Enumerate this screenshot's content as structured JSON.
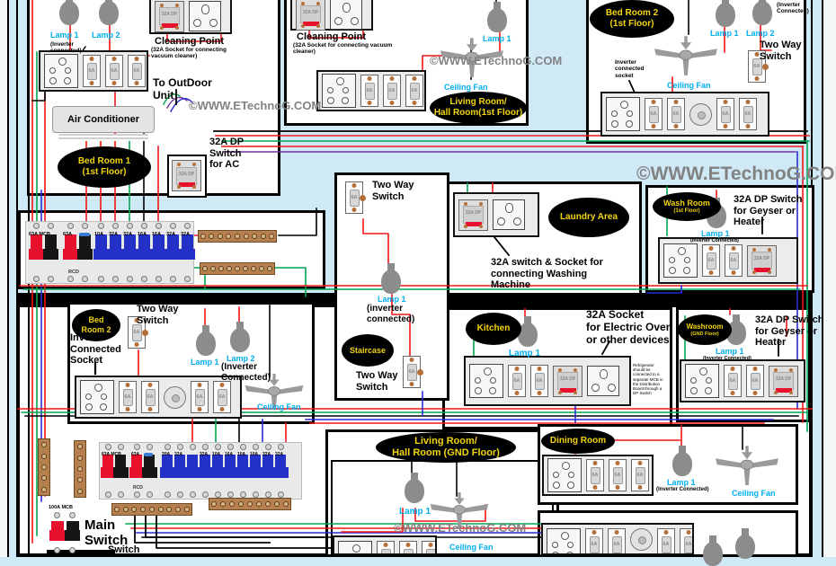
{
  "watermark": "©WWW.ETechnoG.COM",
  "labels": {
    "sw6a": "6A",
    "dp32": "32A DP",
    "rcd": "RCD"
  },
  "colors": {
    "background": "#cfeaf6",
    "ellipse_text": "#f2d410",
    "lamp_label": "#00aeef",
    "wire_red": "#f01616",
    "wire_green": "#00a650",
    "wire_blue": "#2a2ad4",
    "wire_black": "#000000",
    "wire_purple": "#7030a0",
    "mcb_red": "#e8112d",
    "mcb_blue": "#2431c9",
    "busbar": "#b5804e"
  },
  "bedroom1_f1": {
    "title": "Bed Room 1\n(1st Floor)",
    "lamp1": "Lamp 1",
    "lamp2": "Lamp 2",
    "lamp_note": "(Inverter\nconnected)",
    "cleaning_title": "Cleaning Point",
    "cleaning_note": "(32A Socket for connecting\nvacuum cleaner)",
    "outdoor": "To OutDoor\nUnit",
    "ac": "Air Conditioner",
    "ac_switch": "32A DP\nSwitch\nfor AC"
  },
  "living_f1": {
    "title": "Living Room/\nHall Room(1st Floor)",
    "cleaning_title": "Cleaning Point",
    "cleaning_note": "(32A Socket for connecting vacuum\ncleaner)",
    "lamp1": "Lamp 1",
    "fan": "Ceiling Fan"
  },
  "bedroom2_f1": {
    "title": "Bed Room 2\n(1st Floor)",
    "lamp1": "Lamp 1",
    "lamp2": "Lamp 2",
    "lamp2_note": "(Inverter\nConnected)",
    "two_way": "Two Way\nSwitch",
    "inv_socket": "Inverter\nconnected\nsocket",
    "fan": "Ceiling Fan"
  },
  "db1": {
    "labels": [
      "63A MCB",
      "63A",
      "10A",
      "32A",
      "32A",
      "16A",
      "16A",
      "32A",
      "32A"
    ],
    "rcd": "RCD"
  },
  "staircase": {
    "two_way_top": "Two Way\nSwitch",
    "lamp": "Lamp 1",
    "lamp_note": "(inverter\nconnected)",
    "title": "Staircase",
    "two_way_bottom": "Two Way\nSwitch"
  },
  "laundry": {
    "title": "Laundry Area",
    "note": "32A switch & Socket for\nconnecting Washing\nMachine"
  },
  "washroom_f1": {
    "title": "Wash Room",
    "sub": "(1st Floor)",
    "note": "32A DP Switch\nfor Geyser or\nHeater",
    "lamp": "Lamp 1",
    "lamp_note": "(Inverter Connected)"
  },
  "bedroom2_gnd": {
    "title": "Bed\nRoom 2",
    "two_way": "Two Way\nSwitch",
    "socket_note": "Inverter\nConnected\nSocket",
    "lamp1": "Lamp 1",
    "lamp2": "Lamp 2",
    "lamp2_note": "(Inverter\nConnected)",
    "fan": "Ceiling Fan"
  },
  "kitchen": {
    "title": "Kitchen",
    "lamp": "Lamp 1",
    "note": "32A Socket\nfor Electric Oven\nor other devices",
    "fridge_note": "Refrigerator\nshould be\nconnected to a\nseparate MCB in\nthe Distribution\nBoard through a\nDP Switch"
  },
  "washroom_gnd": {
    "title": "Washroom",
    "sub": "(GND Floor)",
    "note": "32A DP Switch\nfor Geyser or\nHeater",
    "lamp": "Lamp 1",
    "lamp_note": "(Inverter Connected)"
  },
  "db2": {
    "labels": [
      "63A MCB",
      "63A",
      "20A",
      "32A",
      "",
      "32A",
      "10A",
      "16A",
      "10A",
      "10A",
      "32A",
      "32A"
    ],
    "rcd": "RCD",
    "main_mcb": "100A MCB",
    "main_switch": "Main\nSwitch",
    "switch_small": "Switch"
  },
  "living_gnd": {
    "title": "Living Room/\nHall Room (GND Floor)",
    "lamp": "Lamp 1",
    "fan": "Ceiling Fan"
  },
  "dining": {
    "title": "Dining Room",
    "lamp": "Lamp 1",
    "lamp_note": "(Inverter Connected)",
    "fan": "Ceiling Fan"
  }
}
